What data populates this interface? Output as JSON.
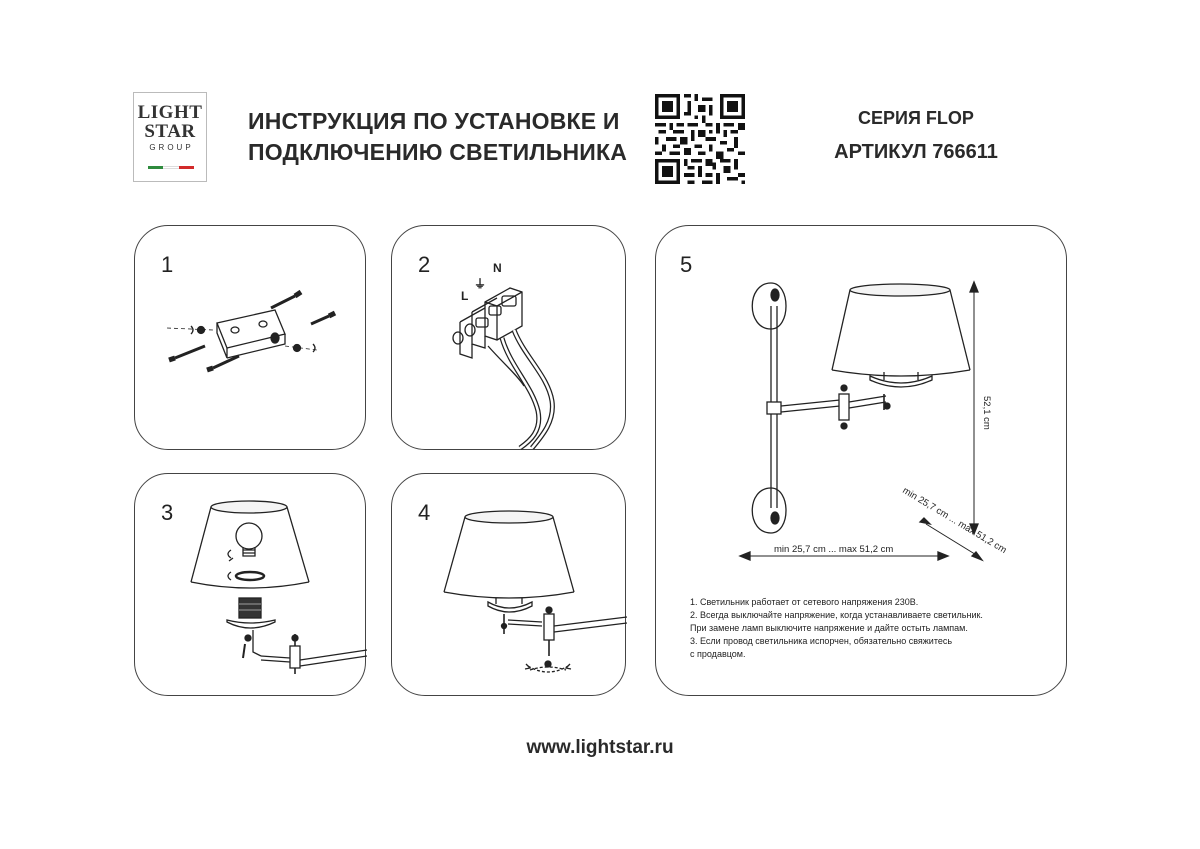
{
  "logo": {
    "line1": "LIGHT",
    "line2": "STAR",
    "line3": "GROUP",
    "flag_colors": [
      "#2e8b3d",
      "#ffffff",
      "#d22a2a"
    ]
  },
  "header": {
    "title_line1": "ИНСТРУКЦИЯ ПО УСТАНОВКЕ И",
    "title_line2": "ПОДКЛЮЧЕНИЮ СВЕТИЛЬНИКА",
    "series": "СЕРИЯ FLOP",
    "article": "АРТИКУЛ 766611"
  },
  "qr_icon": "qr-code",
  "steps": [
    {
      "number": "1",
      "icon": "mounting-bracket-screws"
    },
    {
      "number": "2",
      "icon": "wiring-terminal",
      "labels": {
        "earth": "⏚",
        "neutral": "N",
        "live": "L"
      }
    },
    {
      "number": "3",
      "icon": "bulb-shade-assembly"
    },
    {
      "number": "4",
      "icon": "shade-rotate"
    },
    {
      "number": "5",
      "icon": "dimensions-drawing",
      "dimensions": {
        "height": "52,1 cm",
        "width": "min 25,7 cm ... max 51,2 cm",
        "diagonal": "min 25,7 cm ... max 51,2 cm"
      }
    }
  ],
  "notes": [
    "1. Светильник работает от сетевого напряжения 230В.",
    "2. Всегда выключайте напряжение, когда устанавливаете светильник.",
    "При замене ламп выключите напряжение и дайте остыть лампам.",
    "3. Если провод светильника испорчен, обязательно свяжитесь",
    "с продавцом."
  ],
  "footer": {
    "url": "www.lightstar.ru"
  }
}
